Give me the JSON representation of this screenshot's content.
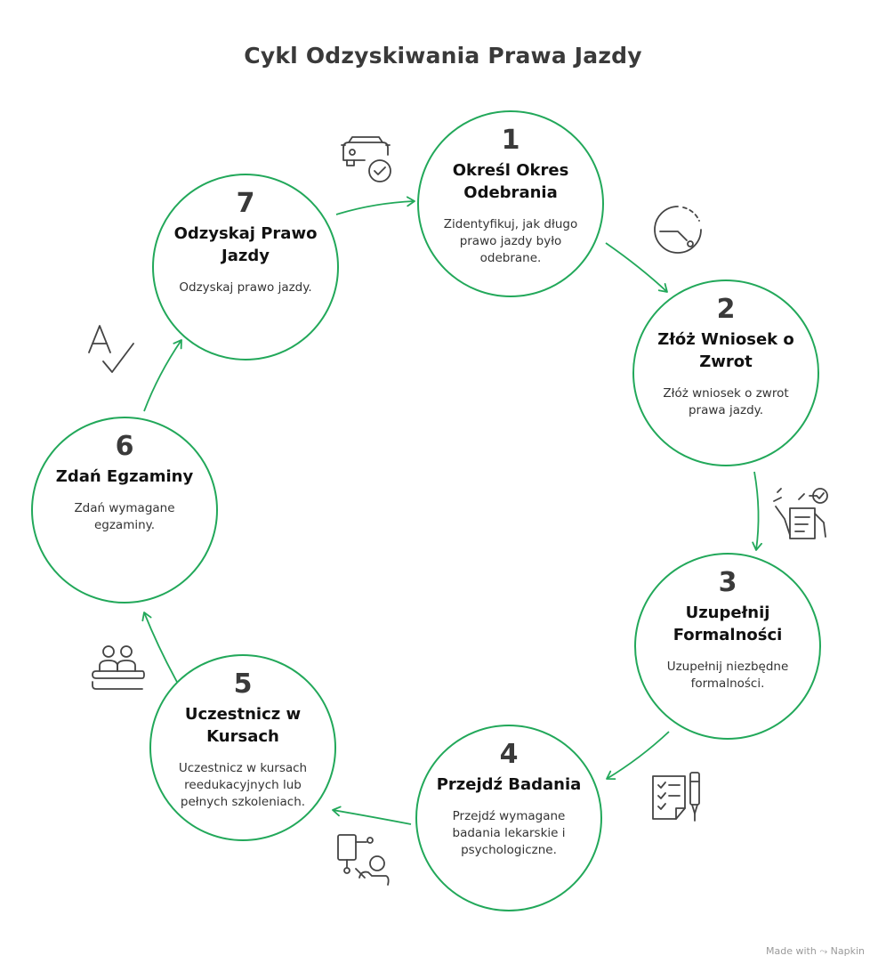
{
  "title": "Cykl Odzyskiwania Prawa Jazdy",
  "colors": {
    "accent": "#22a85a",
    "text": "#222222",
    "icon": "#444444"
  },
  "steps": [
    {
      "number": "1",
      "title": "Określ Okres Odebrania",
      "description": "Zidentyfikuj, jak długo prawo jazdy było odebrane.",
      "icon": "car-check-icon"
    },
    {
      "number": "2",
      "title": "Złóż Wniosek o Zwrot",
      "description": "Złóż wniosek o zwrot prawa jazdy.",
      "icon": "timer-icon"
    },
    {
      "number": "3",
      "title": "Uzupełnij Formalności",
      "description": "Uzupełnij niezbędne formalności.",
      "icon": "form-hand-icon"
    },
    {
      "number": "4",
      "title": "Przejdź Badania",
      "description": "Przejdź wymagane badania lekarskie i psychologiczne.",
      "icon": "checklist-pen-icon"
    },
    {
      "number": "5",
      "title": "Uczestnicz w Kursach",
      "description": "Uczestnicz w kursach reedukacyjnych lub pełnych szkoleniach.",
      "icon": "presenter-icon"
    },
    {
      "number": "6",
      "title": "Zdań Egzaminy",
      "description": "Zdań wymagane egzaminy.",
      "icon": "audience-icon"
    },
    {
      "number": "7",
      "title": "Odzyskaj Prawo Jazdy",
      "description": "Odzyskaj prawo jazdy.",
      "icon": "grade-check-icon"
    }
  ],
  "credit": {
    "prefix": "Made with",
    "brand": "Napkin"
  }
}
